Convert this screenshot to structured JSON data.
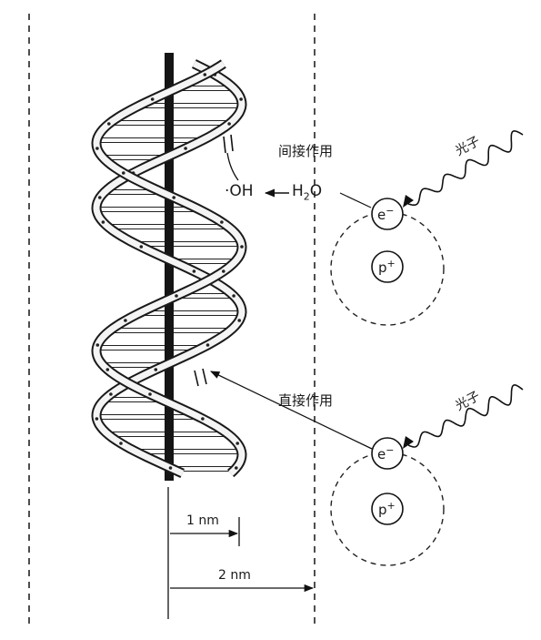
{
  "labels": {
    "indirect_action": "间接作用",
    "direct_action": "直接作用",
    "photon_top": "光子",
    "photon_bottom": "光子",
    "hydroxyl": "·OH",
    "water_main": "H",
    "water_sub": "2",
    "water_tail": "O",
    "electron_main": "e",
    "electron_sup": "−",
    "proton_main": "p",
    "proton_sup": "+",
    "scale_1nm": "1 nm",
    "scale_2nm": "2 nm"
  }
}
